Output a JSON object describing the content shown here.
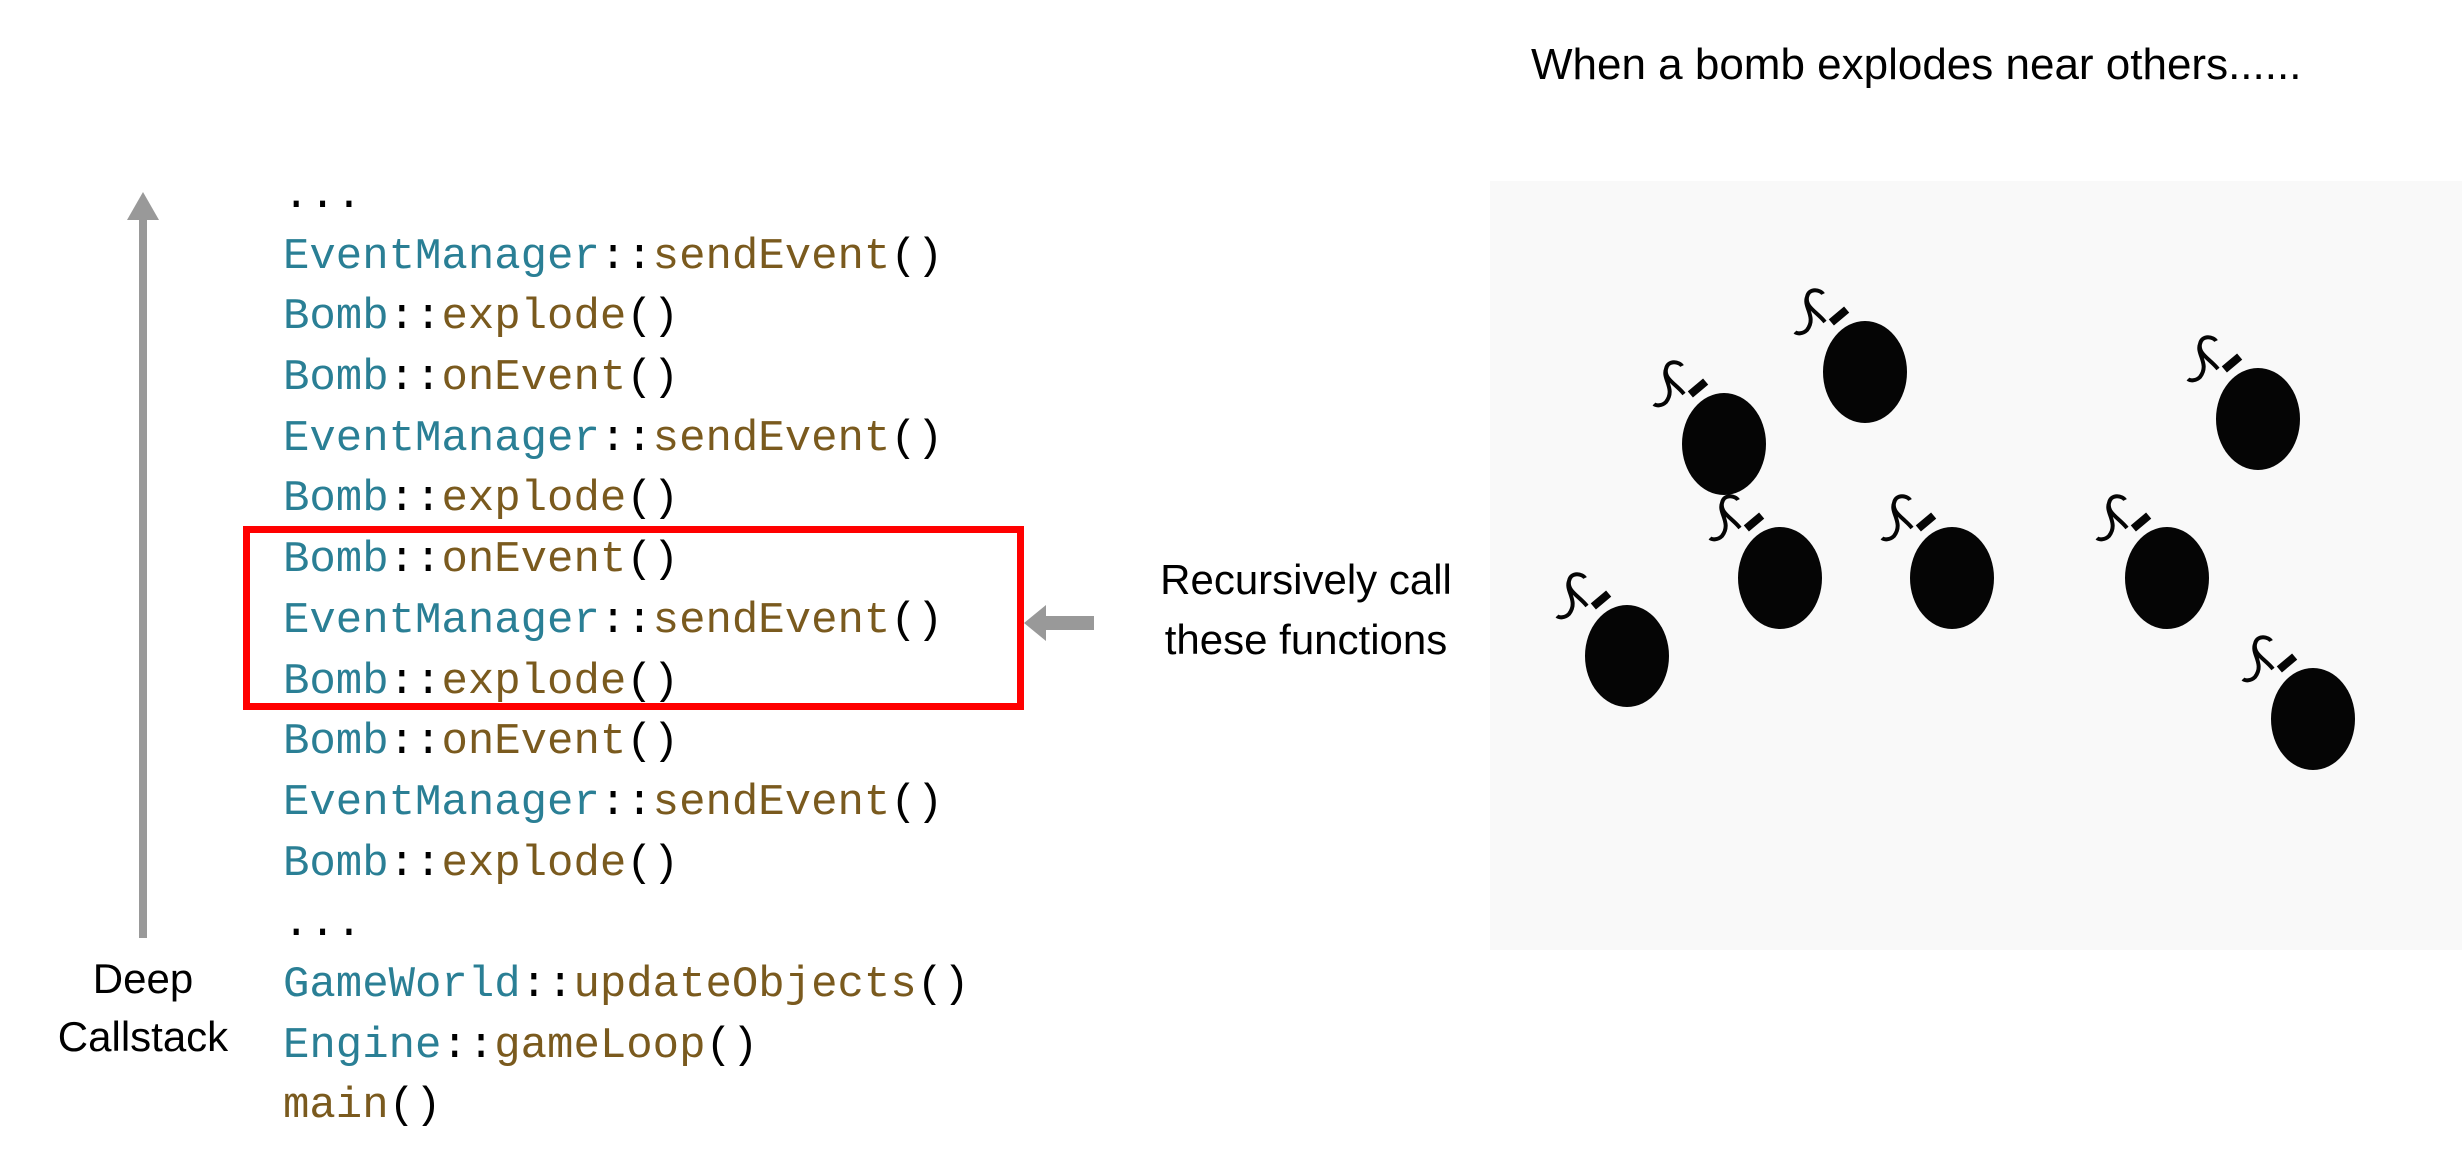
{
  "title": "When a bomb explodes near others......",
  "callstack_label": [
    "Deep",
    "Callstack"
  ],
  "recursion_label": [
    "Recursively call",
    "these functions"
  ],
  "code_lines": [
    [
      [
        "pl",
        "..."
      ]
    ],
    [
      [
        "cls",
        "EventManager"
      ],
      [
        "pl",
        "::"
      ],
      [
        "fn",
        "sendEvent"
      ],
      [
        "pl",
        "()"
      ]
    ],
    [
      [
        "cls",
        "Bomb"
      ],
      [
        "pl",
        "::"
      ],
      [
        "fn",
        "explode"
      ],
      [
        "pl",
        "()"
      ]
    ],
    [
      [
        "cls",
        "Bomb"
      ],
      [
        "pl",
        "::"
      ],
      [
        "fn",
        "onEvent"
      ],
      [
        "pl",
        "()"
      ]
    ],
    [
      [
        "cls",
        "EventManager"
      ],
      [
        "pl",
        "::"
      ],
      [
        "fn",
        "sendEvent"
      ],
      [
        "pl",
        "()"
      ]
    ],
    [
      [
        "cls",
        "Bomb"
      ],
      [
        "pl",
        "::"
      ],
      [
        "fn",
        "explode"
      ],
      [
        "pl",
        "()"
      ]
    ],
    [
      [
        "cls",
        "Bomb"
      ],
      [
        "pl",
        "::"
      ],
      [
        "fn",
        "onEvent"
      ],
      [
        "pl",
        "()"
      ]
    ],
    [
      [
        "cls",
        "EventManager"
      ],
      [
        "pl",
        "::"
      ],
      [
        "fn",
        "sendEvent"
      ],
      [
        "pl",
        "()"
      ]
    ],
    [
      [
        "cls",
        "Bomb"
      ],
      [
        "pl",
        "::"
      ],
      [
        "fn",
        "explode"
      ],
      [
        "pl",
        "()"
      ]
    ],
    [
      [
        "cls",
        "Bomb"
      ],
      [
        "pl",
        "::"
      ],
      [
        "fn",
        "onEvent"
      ],
      [
        "pl",
        "()"
      ]
    ],
    [
      [
        "cls",
        "EventManager"
      ],
      [
        "pl",
        "::"
      ],
      [
        "fn",
        "sendEvent"
      ],
      [
        "pl",
        "()"
      ]
    ],
    [
      [
        "cls",
        "Bomb"
      ],
      [
        "pl",
        "::"
      ],
      [
        "fn",
        "explode"
      ],
      [
        "pl",
        "()"
      ]
    ],
    [
      [
        "pl",
        "..."
      ]
    ],
    [
      [
        "cls",
        "GameWorld"
      ],
      [
        "pl",
        "::"
      ],
      [
        "fn",
        "updateObjects"
      ],
      [
        "pl",
        "()"
      ]
    ],
    [
      [
        "cls",
        "Engine"
      ],
      [
        "pl",
        "::"
      ],
      [
        "fn",
        "gameLoop"
      ],
      [
        "pl",
        "()"
      ]
    ],
    [
      [
        "fn",
        "main"
      ],
      [
        "pl",
        "()"
      ]
    ]
  ],
  "highlighted_lines": [
    6,
    8
  ],
  "bomb_count": 8,
  "colors": {
    "class": "#2a7f95",
    "function": "#7a5a1e",
    "highlight": "#ff0000",
    "arrow": "#999999"
  }
}
